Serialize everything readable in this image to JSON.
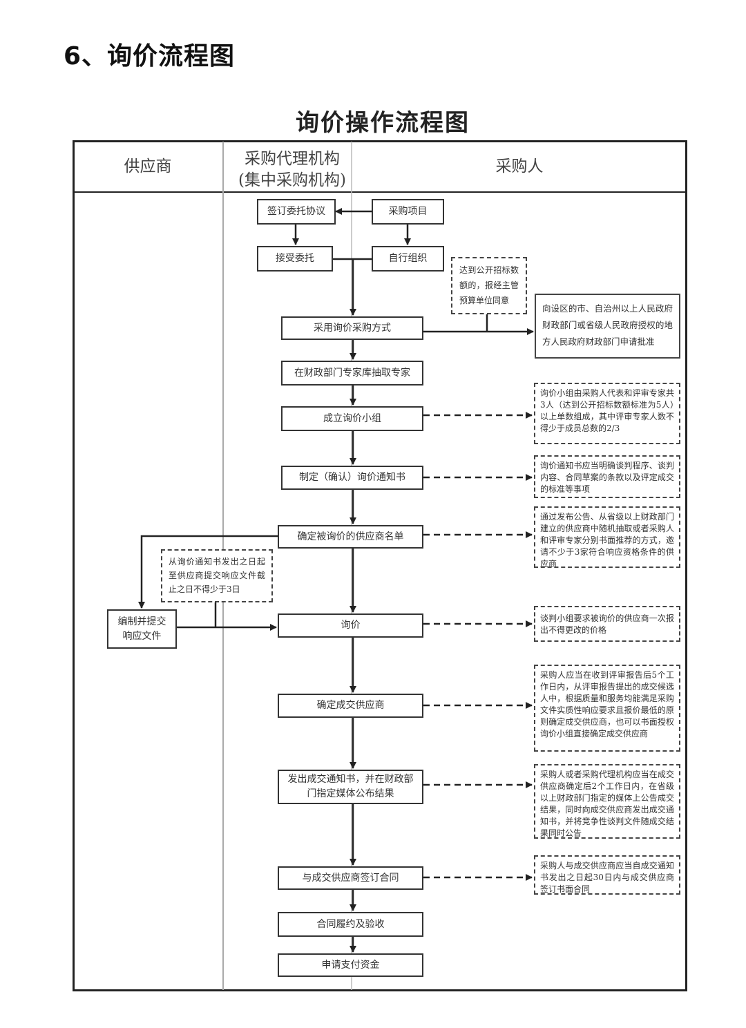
{
  "heading": "6、询价流程图",
  "diagram_title": "询价操作流程图",
  "lanes": {
    "supplier": "供应商",
    "agency_line1": "采购代理机构",
    "agency_line2": "(集中采购机构)",
    "purchaser": "采购人"
  },
  "boxes": {
    "sign_agreement": "签订委托协议",
    "project": "采购项目",
    "accept": "接受委托",
    "self_org": "自行组织",
    "adopt_method": "采用询价采购方式",
    "draw_experts": "在财政部门专家库抽取专家",
    "form_group": "成立询价小组",
    "make_notice": "制定（确认）询价通知书",
    "supplier_list": "确定被询价的供应商名单",
    "prepare_docs_line1": "编制并提交",
    "prepare_docs_line2": "响应文件",
    "inquiry": "询价",
    "winner": "确定成交供应商",
    "issue_notice_line1": "发出成交通知书，并在财政部",
    "issue_notice_line2": "门指定媒体公布结果",
    "sign_contract": "与成交供应商签订合同",
    "perform": "合同履约及验收",
    "payment": "申请支付资金"
  },
  "notes": {
    "threshold": "达到公开招标数额的，报经主管预算单位同意",
    "approval": "向设区的市、自治州以上人民政府财政部门或省级人民政府授权的地方人民政府财政部门申请批准",
    "group_rule": "询价小组由采购人代表和评审专家共3人（达到公开招标数额标准为5人）以上单数组成，其中评审专家人数不得少于成员总数的2/3",
    "notice_rule": "询价通知书应当明确谈判程序、谈判内容、合同草案的条款以及评定成交的标准等事项",
    "list_rule": "通过发布公告、从省级以上财政部门建立的供应商中随机抽取或者采购人和评审专家分别书面推荐的方式，邀请不少于3家符合响应资格条件的供应商",
    "days_rule": "从询价通知书发出之日起至供应商提交响应文件截止之日不得少于3日",
    "quote_rule": "谈判小组要求被询价的供应商一次报出不得更改的价格",
    "winner_rule": "采购人应当在收到评审报告后5个工作日内，从评审报告提出的成交候选人中，根据质量和服务均能满足采购文件实质性响应要求且报价最低的原则确定成交供应商，也可以书面授权询价小组直接确定成交供应商",
    "publish_rule": "采购人或者采购代理机构应当在成交供应商确定后2个工作日内，在省级以上财政部门指定的媒体上公告成交结果，同时向成交供应商发出成交通知书，并将竞争性谈判文件随成交结果同时公告",
    "contract_rule": "采购人与成交供应商应当自成交通知书发出之日起30日内与成交供应商签订书面合同"
  }
}
